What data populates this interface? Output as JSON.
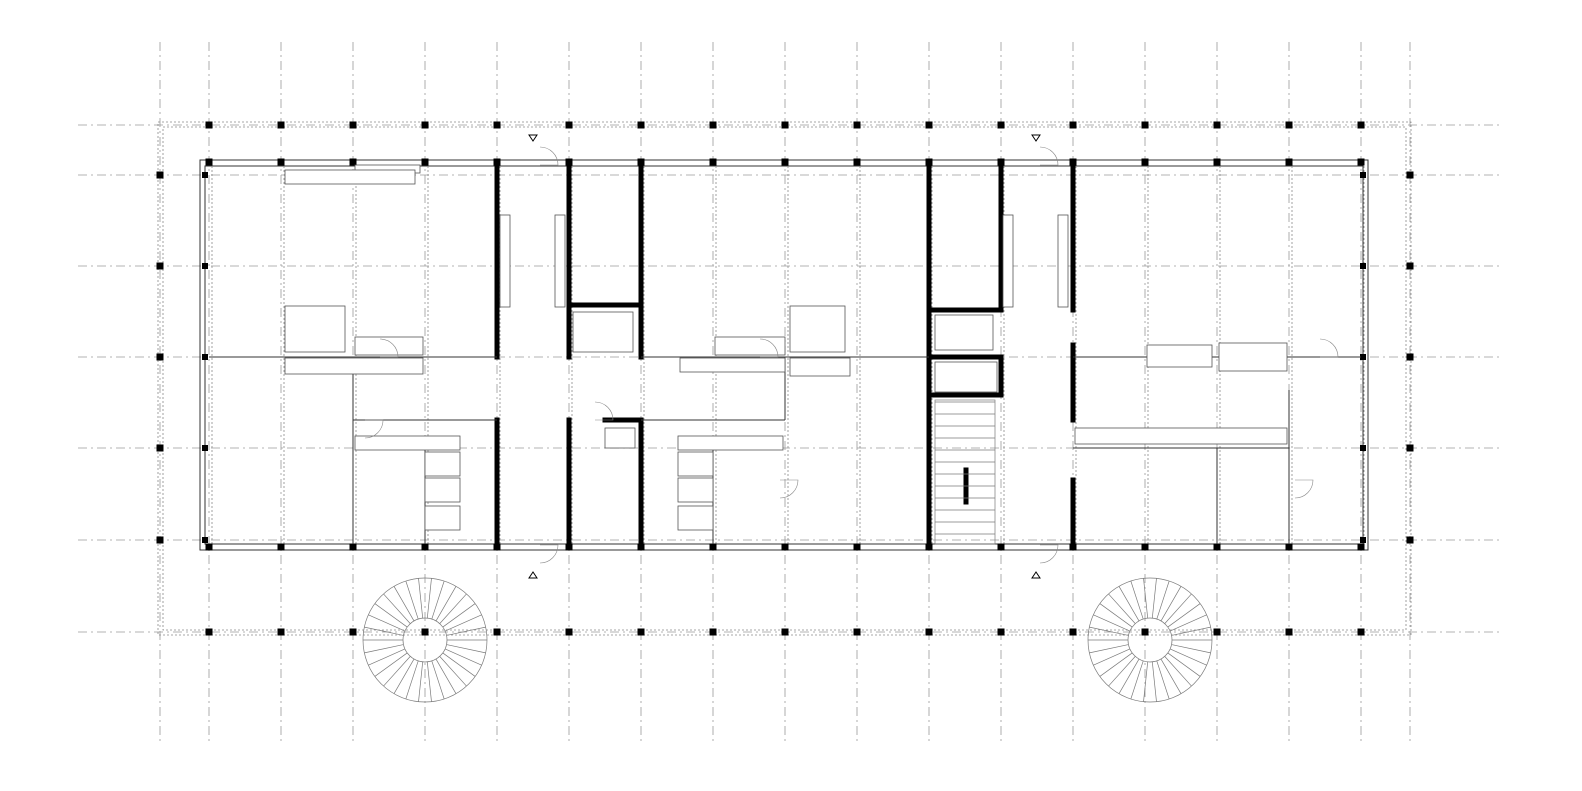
{
  "colors": {
    "background": "#ffffff",
    "structure": "#000000",
    "grid": "#9a9a9a",
    "secondary": "#8a8a8a"
  },
  "plan": {
    "grid_columns": 18,
    "grid_rows": 6,
    "elements": [
      "structural-grid",
      "columns",
      "core-walls",
      "kitchen-units",
      "sanitary-units",
      "entrance-doors",
      "spiral-staircases",
      "stair-core"
    ]
  }
}
